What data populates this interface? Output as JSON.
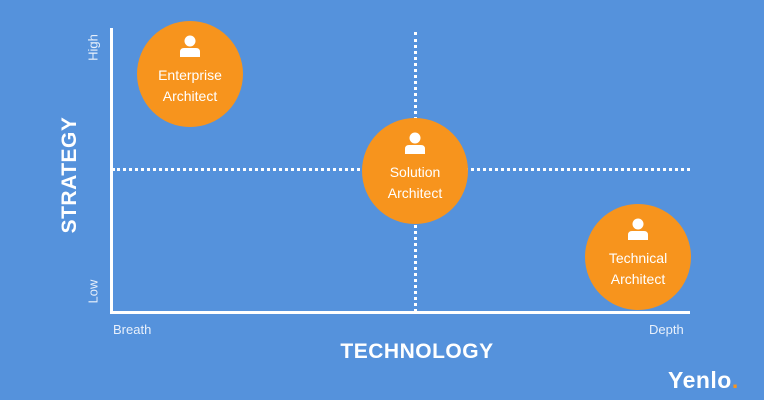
{
  "diagram": {
    "y_axis": {
      "title": "STRATEGY",
      "high": "High",
      "low": "Low"
    },
    "x_axis": {
      "title": "TECHNOLOGY",
      "left": "Breath",
      "right": "Depth"
    },
    "nodes": [
      {
        "line1": "Enterprise",
        "line2": "Architect"
      },
      {
        "line1": "Solution",
        "line2": "Architect"
      },
      {
        "line1": "Technical",
        "line2": "Architect"
      }
    ],
    "node_color": "#f7941d",
    "background_color": "#5592dc"
  },
  "brand": {
    "name": "Yenlo",
    "dot": "."
  }
}
